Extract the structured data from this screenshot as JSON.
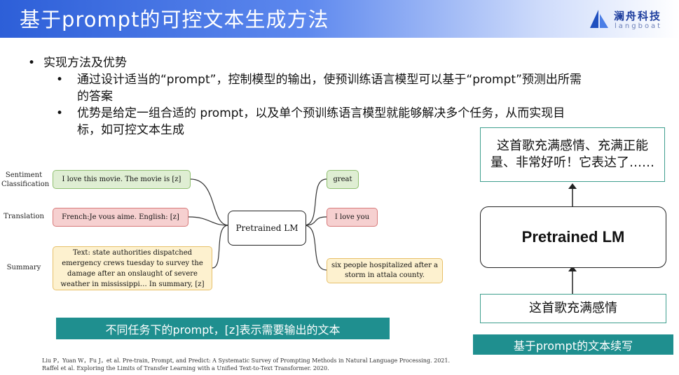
{
  "header": {
    "title": "基于prompt的可控文本生成方法",
    "logo_cn": "澜舟科技",
    "logo_en": "langboat"
  },
  "bullets": {
    "main": "实现方法及优势",
    "sub1": "通过设计适当的“prompt”，控制模型的输出，使预训练语言模型可以基于“prompt”预测出所需的答案",
    "sub2": "优势是给定一组合适的 prompt，以及单个预训练语言模型就能够解决多个任务，从而实现目标，如可控文本生成"
  },
  "left_diagram": {
    "model": "Pretrained LM",
    "tasks": [
      {
        "label": "Sentiment Classification",
        "input": "I love this movie. The movie is [z]",
        "output": "great",
        "color": "#dfeed3"
      },
      {
        "label": "Translation",
        "input": "French:Je vous aime. English: [z]",
        "output": "I love you",
        "color": "#f6d0d0"
      },
      {
        "label": "Summary",
        "input": "Text: state authorities dispatched emergency crews tuesday to survey the damage after an onslaught of severe weather in mississippi… In summary, [z]",
        "output": "six people hospitalized after a storm in attala county.",
        "color": "#fdf1cf"
      }
    ],
    "caption": "不同任务下的prompt，[z]表示需要输出的文本"
  },
  "right_diagram": {
    "output": "这首歌充满感情、充满正能量、非常好听！它表达了……",
    "model": "Pretrained LM",
    "input": "这首歌充满感情",
    "caption": "基于prompt的文本续写"
  },
  "references": [
    "Liu P，Yuan W，Fu J，et al. Pre-train, Prompt, and Predict: A Systematic Survey of Prompting Methods in Natural Language Processing. 2021.",
    "Raffel et al. Exploring the Limits of Transfer Learning with a Unified  Text-to-Text Transformer. 2020."
  ]
}
